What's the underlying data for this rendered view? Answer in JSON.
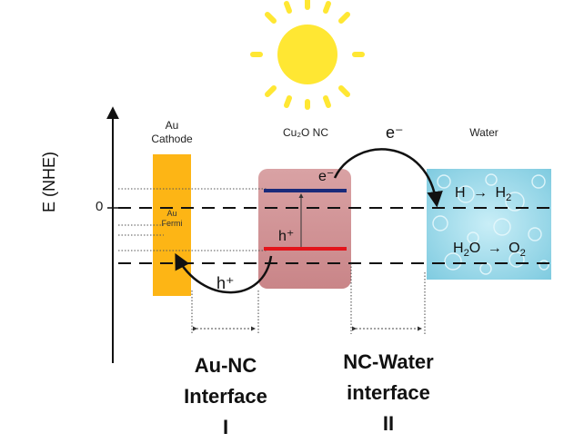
{
  "axis": {
    "label": "E (NHE)",
    "zero_tick": "0"
  },
  "regions": {
    "au_cathode": {
      "line1": "Au",
      "line2": "Cathode",
      "color": "#FDB515"
    },
    "cu2o_nc": {
      "label": "Cu₂O NC",
      "color": "#D4979A"
    },
    "water": {
      "label": "Water",
      "color": "#8CD3E6"
    }
  },
  "fermi": {
    "line1": "Au",
    "line2": "Fermi"
  },
  "carriers": {
    "electron_top": "e⁻",
    "electron_in_nc": "e⁻",
    "hole_in_nc": "h⁺",
    "hole_transfer": "h⁺"
  },
  "reactions": {
    "h2": {
      "left": "H",
      "arrow": "→",
      "product": "H",
      "product_sub": "2"
    },
    "o2": {
      "left": "H",
      "left_sub": "2",
      "left_tail": "O",
      "arrow": "→",
      "product": "O",
      "product_sub": "2"
    }
  },
  "interfaces": {
    "first": {
      "line1": "Au-NC",
      "line2": "Interface",
      "line3": "I"
    },
    "second": {
      "line1": "NC-Water",
      "line2": "interface",
      "line3": "II"
    }
  },
  "colors": {
    "sun": "#FFE733",
    "conduction_band": "#1A2A7A",
    "valence_band": "#E3141B"
  }
}
